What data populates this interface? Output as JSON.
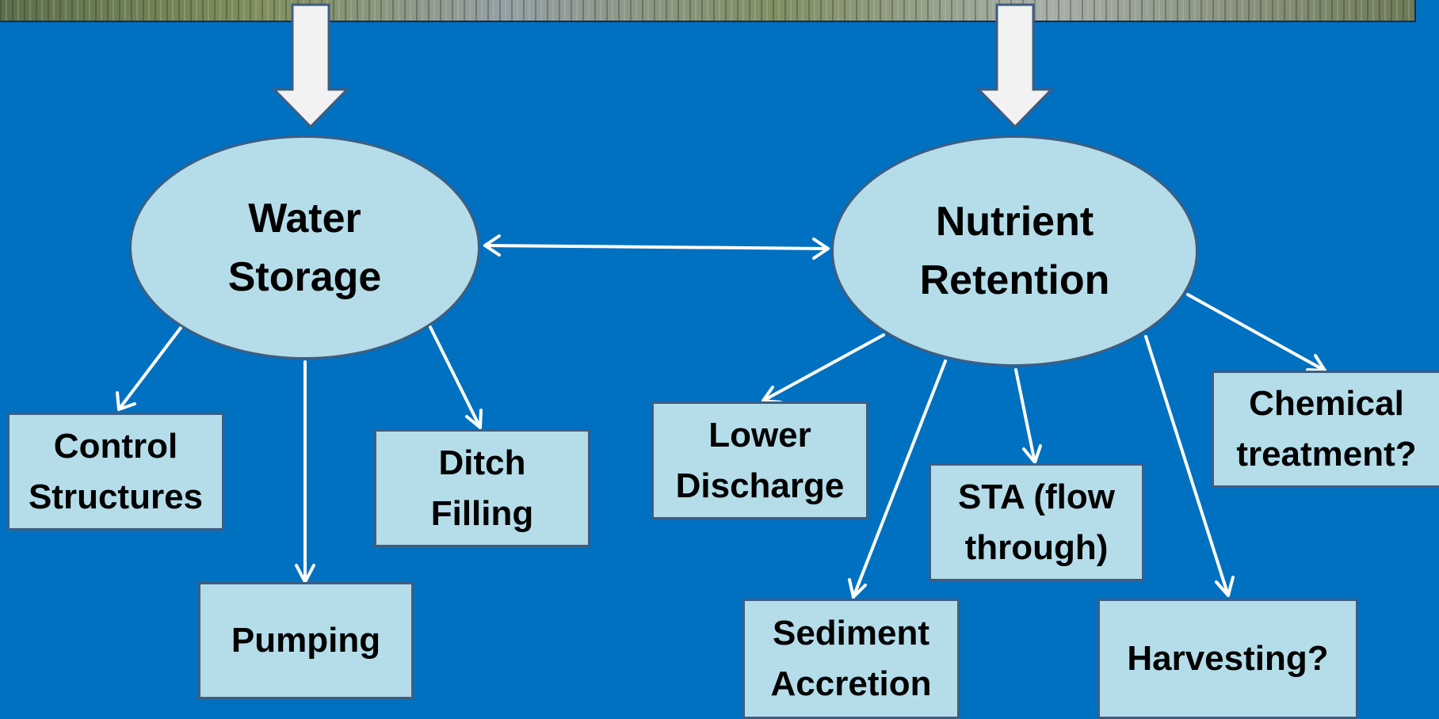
{
  "colors": {
    "background": "#0070C0",
    "node_fill": "#B4DDE9",
    "node_border": "#3F5D80",
    "arrow": "#FFFFFF",
    "block_arrow": "#F2F2F2"
  },
  "header_image": {
    "icon": "wetland-photo"
  },
  "hubs": {
    "water_storage": {
      "line1": "Water",
      "line2": "Storage"
    },
    "nutrient_retention": {
      "line1": "Nutrient",
      "line2": "Retention"
    }
  },
  "water_storage_options": {
    "control_structures": {
      "line1": "Control",
      "line2": "Structures"
    },
    "pumping": {
      "line1": "Pumping"
    },
    "ditch_filling": {
      "line1": "Ditch",
      "line2": "Filling"
    }
  },
  "nutrient_retention_options": {
    "lower_discharge": {
      "line1": "Lower",
      "line2": "Discharge"
    },
    "sediment_accretion": {
      "line1": "Sediment",
      "line2": "Accretion"
    },
    "sta": {
      "line1": "STA (flow",
      "line2": "through)"
    },
    "harvesting": {
      "line1": "Harvesting?"
    },
    "chemical_treatment": {
      "line1": "Chemical",
      "line2": "treatment?"
    }
  }
}
